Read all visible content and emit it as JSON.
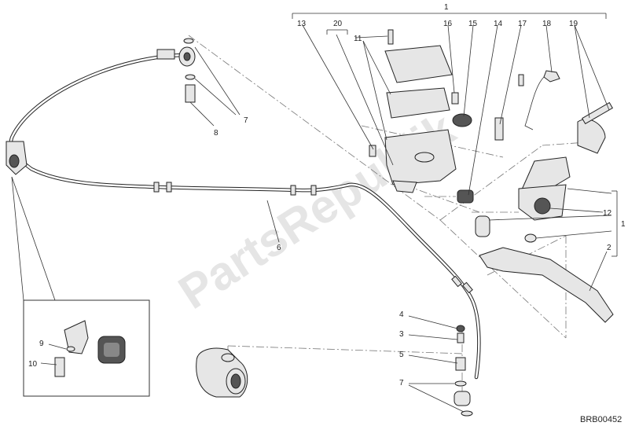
{
  "diagram": {
    "watermark": "PartsRepublik",
    "code": "BRB00452",
    "callouts": [
      {
        "id": "c1-top",
        "text": "1"
      },
      {
        "id": "c1-right",
        "text": "1"
      },
      {
        "id": "c2",
        "text": "2"
      },
      {
        "id": "c3",
        "text": "3"
      },
      {
        "id": "c4",
        "text": "4"
      },
      {
        "id": "c5",
        "text": "5"
      },
      {
        "id": "c6",
        "text": "6"
      },
      {
        "id": "c7-top",
        "text": "7"
      },
      {
        "id": "c7-bottom",
        "text": "7"
      },
      {
        "id": "c8",
        "text": "8"
      },
      {
        "id": "c9",
        "text": "9"
      },
      {
        "id": "c10",
        "text": "10"
      },
      {
        "id": "c11",
        "text": "11"
      },
      {
        "id": "c12",
        "text": "12"
      },
      {
        "id": "c13",
        "text": "13"
      },
      {
        "id": "c14",
        "text": "14"
      },
      {
        "id": "c15",
        "text": "15"
      },
      {
        "id": "c16",
        "text": "16"
      },
      {
        "id": "c17",
        "text": "17"
      },
      {
        "id": "c18",
        "text": "18"
      },
      {
        "id": "c19",
        "text": "19"
      },
      {
        "id": "c20",
        "text": "20"
      }
    ]
  }
}
